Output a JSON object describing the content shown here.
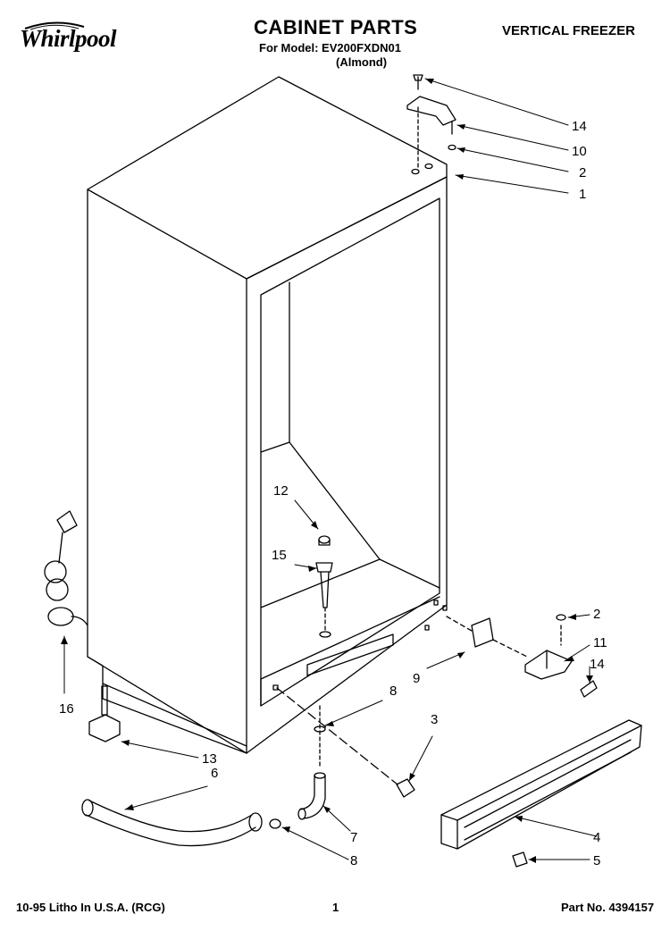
{
  "header": {
    "brand": "Whirlpool",
    "title": "CABINET PARTS",
    "model_line": "For Model: EV200FXDN01",
    "color_line": "(Almond)",
    "category": "VERTICAL FREEZER"
  },
  "footer": {
    "litho": "10-95 Litho In U.S.A. (RCG)",
    "page": "1",
    "part_number": "Part No. 4394157"
  },
  "callouts": {
    "c14a": "14",
    "c10": "10",
    "c2a": "2",
    "c1": "1",
    "c12": "12",
    "c15": "15",
    "c2b": "2",
    "c11": "11",
    "c14b": "14",
    "c9": "9",
    "c8a": "8",
    "c3": "3",
    "c16": "16",
    "c13": "13",
    "c6": "6",
    "c4": "4",
    "c7": "7",
    "c8b": "8",
    "c5": "5"
  }
}
